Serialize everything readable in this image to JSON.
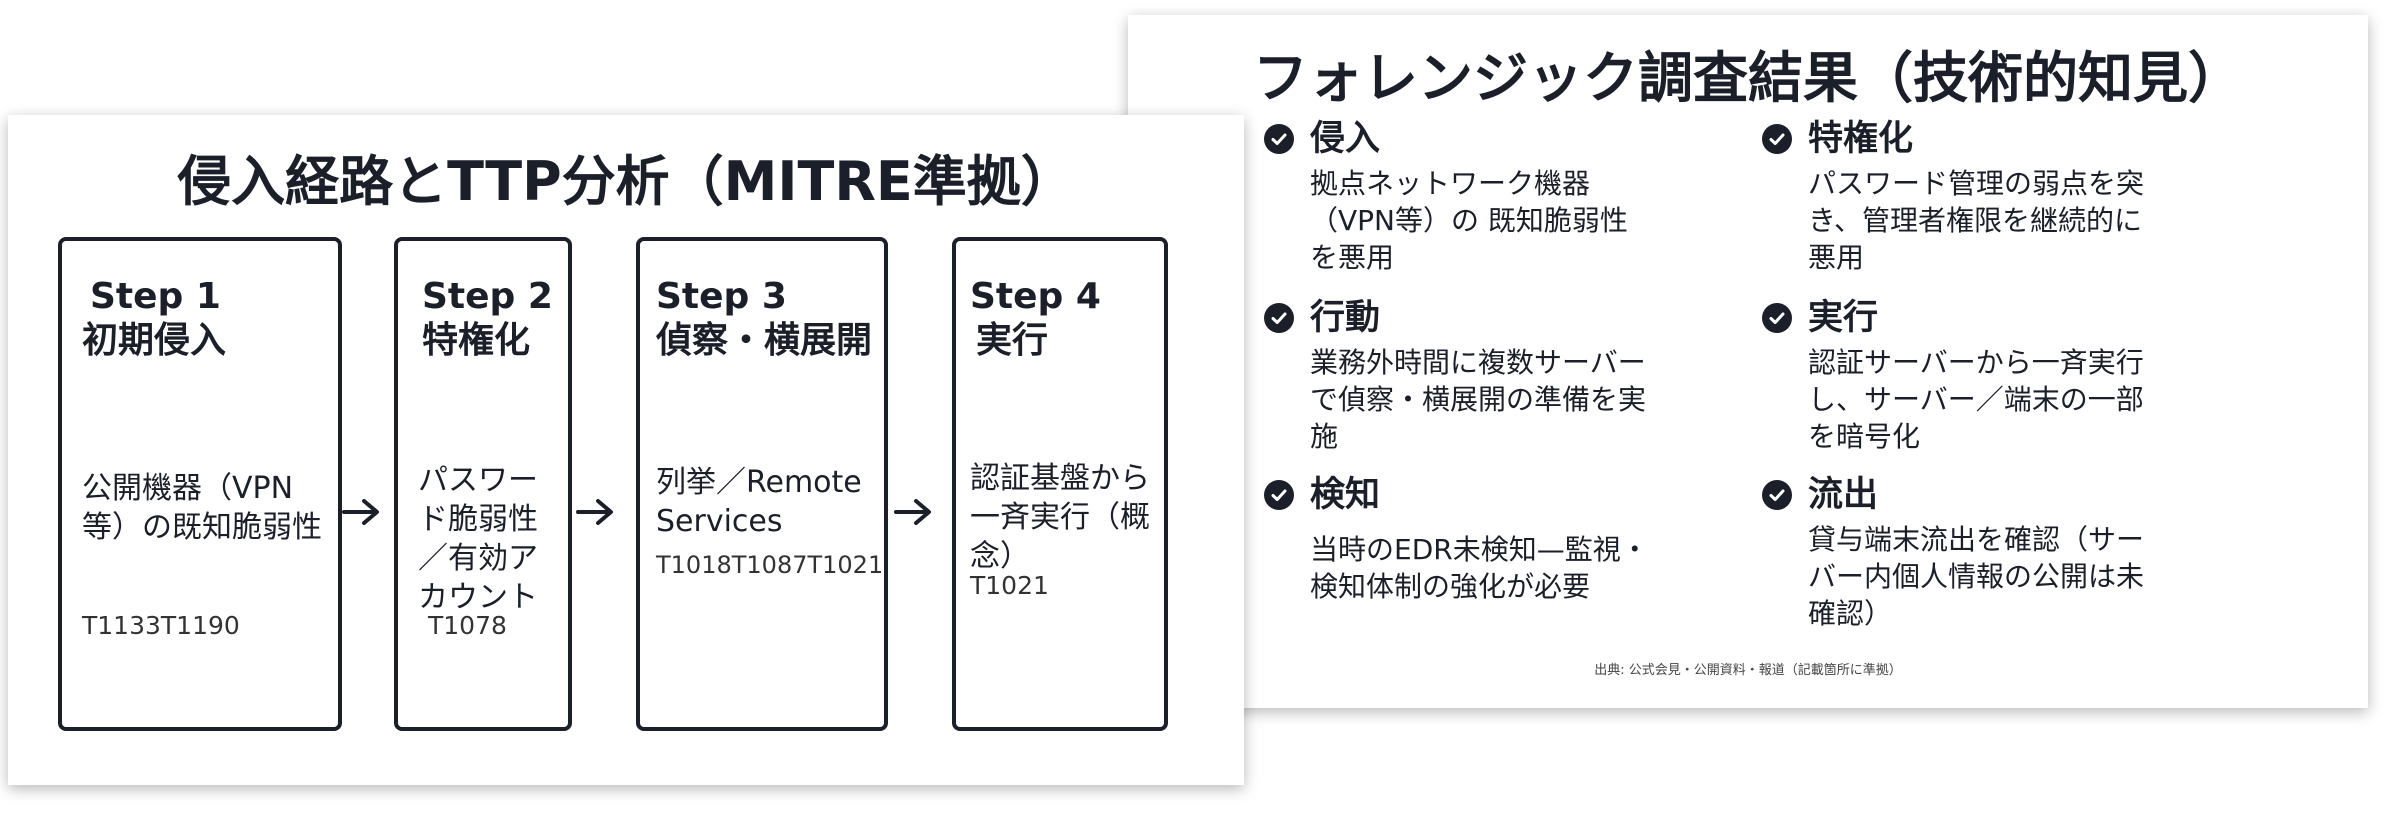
{
  "right_slide": {
    "title": "フォレンジック調査結果（技術的知見）",
    "findings": [
      {
        "label": "侵入",
        "body": "拠点ネットワーク機器（VPN等）の 既知脆弱性を悪用"
      },
      {
        "label": "特権化",
        "body": "パスワード管理の弱点を突き、管理者権限を継続的に悪用"
      },
      {
        "label": "行動",
        "body": "業務外時間に複数サーバーで偵察・横展開の準備を実施"
      },
      {
        "label": "実行",
        "body": "認証サーバーから一斉実行し、サーバー／端末の一部を暗号化"
      },
      {
        "label": "検知",
        "body": "当時のEDR未検知—監視・検知体制の強化が必要"
      },
      {
        "label": "流出",
        "body": "貸与端末流出を確認（サーバー内個人情報の公開は未確認）"
      }
    ],
    "source": "出典: 公式会見・公開資料・報道（記載箇所に準拠）"
  },
  "left_slide": {
    "title": "侵入経路とTTP分析（MITRE準拠）",
    "steps": [
      {
        "step": "Step 1",
        "name": "初期侵入",
        "desc": "公開機器（VPN等）の既知脆弱性",
        "ttps": "T1133T1190"
      },
      {
        "step": "Step 2",
        "name": "特権化",
        "desc": "パスワード脆弱性／有効アカウント",
        "ttps": "T1078"
      },
      {
        "step": "Step 3",
        "name": "偵察・横展開",
        "desc": "列挙／Remote Services",
        "ttps": "T1018T1087T1021"
      },
      {
        "step": "Step 4",
        "name": "実行",
        "desc": "認証基盤から一斉実行（概念）",
        "ttps": "T1021"
      }
    ]
  },
  "icons": {
    "check": "check-circle-icon",
    "arrow": "arrow-right-icon"
  }
}
